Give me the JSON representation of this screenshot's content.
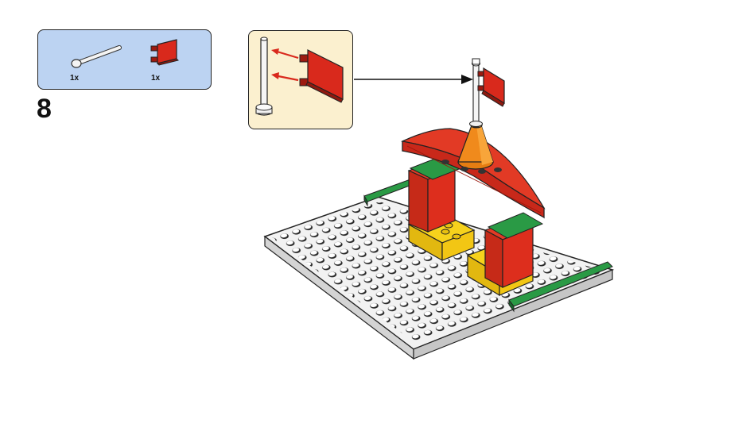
{
  "step": {
    "number": "8"
  },
  "parts": [
    {
      "icon": "antenna-piece-icon",
      "quantity": "1x",
      "color": "#ffffff"
    },
    {
      "icon": "red-flag-tile-icon",
      "quantity": "1x",
      "color": "#d9291c"
    }
  ],
  "colors": {
    "parts_panel": "#bcd3f2",
    "sub_assembly_panel": "#fbf0cf",
    "baseplate": "#e9e9e9",
    "red": "#d9291c",
    "green": "#1f8a3a",
    "yellow": "#f6d21c",
    "orange": "#f08a1c"
  }
}
